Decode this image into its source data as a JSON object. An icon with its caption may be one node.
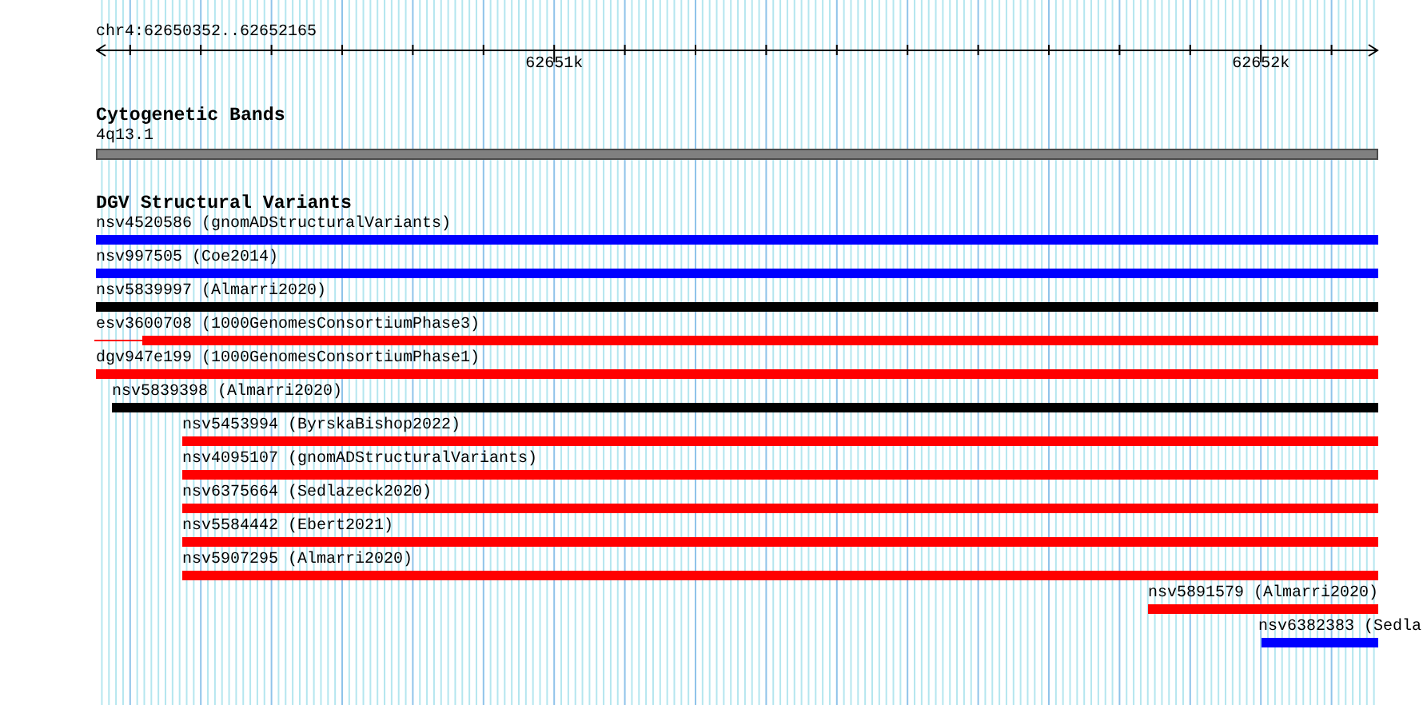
{
  "diagram": {
    "nodes": [
      {
        "text": [
          "4q13.1"
        ]
      },
      {
        "text": [
          "nsv4520586 (gnomADStructuralVariants)"
        ]
      },
      {
        "text": [
          "nsv997505 (Coe2014)"
        ]
      },
      {
        "text": [
          "nsv5839997 (Almarri2020)"
        ]
      },
      {
        "text": [
          "esv3600708 (1000GenomesConsortiumPhase3)"
        ]
      },
      {
        "text": [
          "dgv947e199 (1000GenomesConsortiumPhase1)"
        ]
      },
      {
        "text": [
          "nsv5839398 (Almarri2020)"
        ]
      },
      {
        "text": [
          "nsv5453994 (ByrskaBishop2022)"
        ]
      },
      {
        "text": [
          "nsv4095107 (gnomADStructuralVariants)"
        ]
      },
      {
        "text": [
          "nsv6375664 (Sedlazeck2020)"
        ]
      },
      {
        "text": [
          "nsv5584442 (Ebert2021)"
        ]
      },
      {
        "text": [
          "nsv5907295 (Almarri2020)"
        ]
      },
      {
        "text": [
          "nsv5891579 (Almarri2020)"
        ]
      },
      {
        "text": [
          "nsv6382383 (Sedla"
        ]
      }
    ],
    "labels": [
      "chr4:62650352..62652165",
      "62651k",
      "62652k",
      "Cytogenetic Bands",
      "DGV Structural Variants"
    ]
  }
}
